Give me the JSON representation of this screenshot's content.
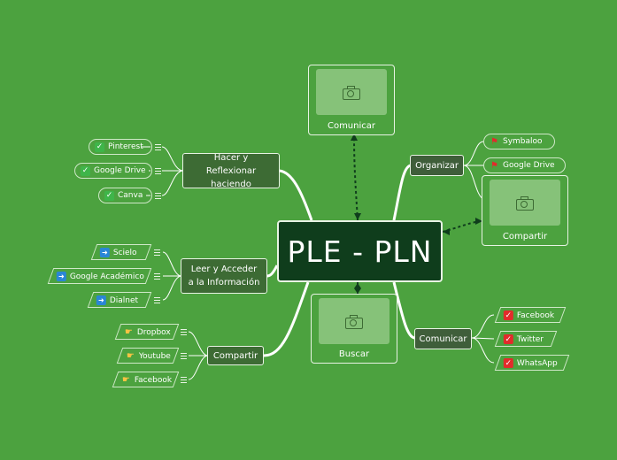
{
  "central": {
    "title": "PLE - PLN"
  },
  "branches": {
    "hacer": {
      "label_line1": "Hacer y Reflexionar",
      "label_line2": "haciendo",
      "leaves": [
        "Pinterest",
        "Google Drive",
        "Canva"
      ],
      "icon": "check-icon"
    },
    "leer": {
      "label_line1": "Leer y Acceder",
      "label_line2": "a la Información",
      "leaves": [
        "Scielo",
        "Google Académico",
        "Dialnet"
      ],
      "icon": "arrow-right-icon"
    },
    "compartir_left": {
      "label": "Compartir",
      "leaves": [
        "Dropbox",
        "Youtube",
        "Facebook"
      ],
      "icon": "pointing-hand-icon"
    },
    "organizar": {
      "label": "Organizar",
      "leaves": [
        "Symbaloo",
        "Google Drive"
      ],
      "icon": "flag-icon"
    },
    "comunicar_right": {
      "label": "Comunicar",
      "leaves": [
        "Facebook",
        "Twitter",
        "WhatsApp"
      ],
      "icon": "red-check-icon"
    }
  },
  "image_cards": {
    "comunicar_top": {
      "label": "Comunicar"
    },
    "compartir_right": {
      "label": "Compartir"
    },
    "buscar": {
      "label": "Buscar"
    }
  },
  "colors": {
    "background": "#4ca23f",
    "central": "#0f3d1c",
    "branch": "#3d6b34",
    "line": "#ffffff"
  }
}
